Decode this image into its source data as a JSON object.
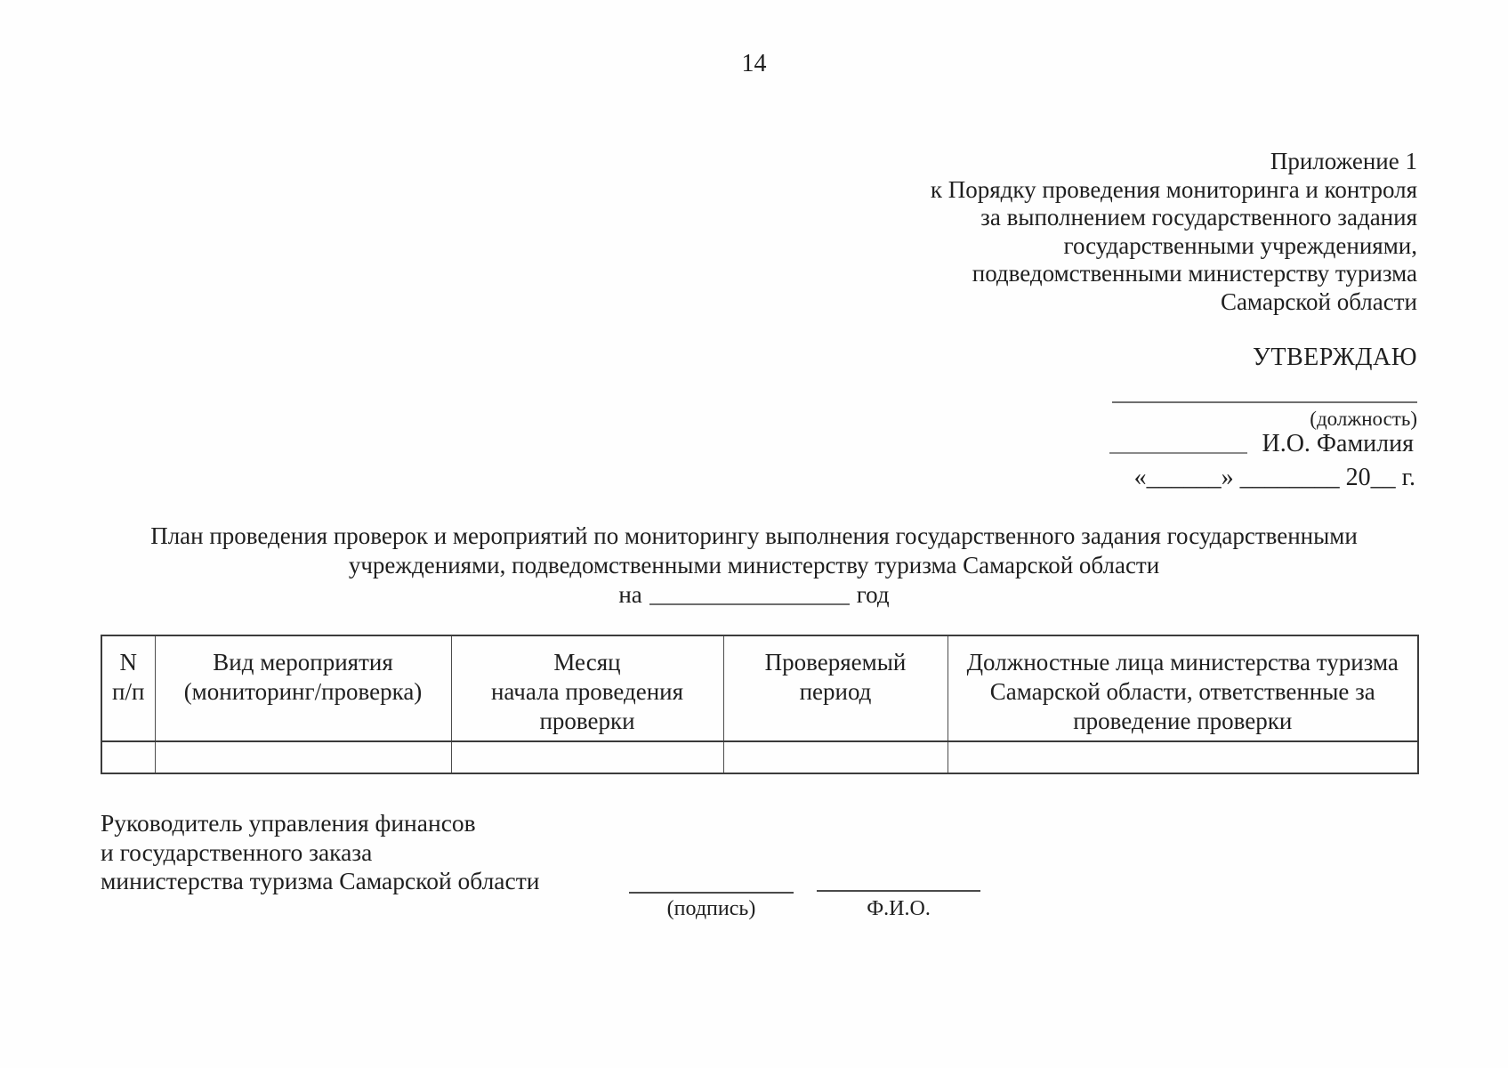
{
  "page": {
    "number": "14"
  },
  "appendix": {
    "lines": [
      "Приложение 1",
      "к Порядку проведения мониторинга и контроля",
      "за выполнением государственного задания",
      "государственными учреждениями,",
      "подведомственными министерству туризма",
      "Самарской области"
    ]
  },
  "approval": {
    "label": "УТВЕРЖДАЮ",
    "position_caption": "(должность)",
    "name": "И.О. Фамилия",
    "date_line": "«______» ________ 20__ г."
  },
  "title": {
    "line1": "План проведения проверок и мероприятий по мониторингу выполнения государственного задания государственными",
    "line2": "учреждениями, подведомственными министерству туризма Самарской области",
    "year_prefix": "на",
    "year_suffix": "год"
  },
  "table": {
    "columns": [
      {
        "label": "N\nп/п"
      },
      {
        "label": "Вид мероприятия\n(мониторинг/проверка)"
      },
      {
        "label": "Месяц\nначала проведения\nпроверки"
      },
      {
        "label": "Проверяемый\nпериод"
      },
      {
        "label": "Должностные лица министерства туризма\nСамарской области, ответственные за\nпроведение проверки"
      }
    ],
    "rows": [
      [
        "",
        "",
        "",
        "",
        ""
      ]
    ]
  },
  "footer": {
    "signer_lines": [
      "Руководитель управления финансов",
      "и государственного заказа",
      "министерства туризма Самарской области"
    ],
    "sign_caption": "(подпись)",
    "fio_caption": "Ф.И.О."
  }
}
